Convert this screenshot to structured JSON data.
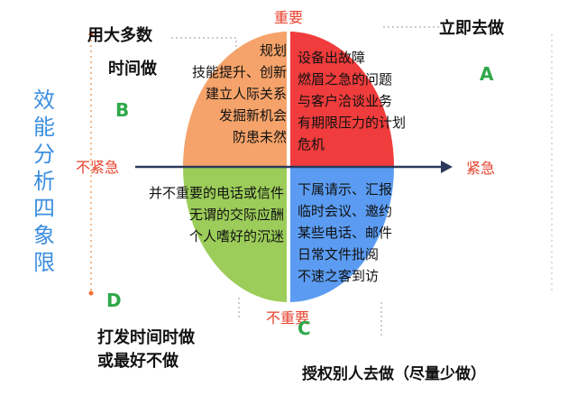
{
  "title": "效能分析四象限",
  "axes": {
    "top": "重要",
    "bottom": "不重要",
    "left": "不紧急",
    "right": "紧急"
  },
  "quadrants": {
    "a": {
      "letter": "A",
      "heading": "立即去做",
      "color": "#f03c3c",
      "items": [
        "设备出故障",
        "燃眉之急的问题",
        "与客户洽谈业务",
        "有期限压力的计划",
        "危机"
      ]
    },
    "b": {
      "letter": "B",
      "heading_line1": "用大多数",
      "heading_line2": "时间做",
      "color": "#f5a36a",
      "items": [
        "规划",
        "技能提升、创新",
        "建立人际关系",
        "发掘新机会",
        "防患未然"
      ]
    },
    "c": {
      "letter": "C",
      "heading": "授权别人去做（尽量少做）",
      "color": "#5b9cf2",
      "items": [
        "下属请示、汇报",
        "临时会议、邀约",
        "某些电话、邮件",
        "日常文件批阅",
        "不速之客到访"
      ]
    },
    "d": {
      "letter": "D",
      "heading_line1": "打发时间时做",
      "heading_line2": "或最好不做",
      "color": "#9ccd5a",
      "items": [
        "并不重要的电话或信件",
        "无谓的交际应酬",
        "个人嗜好的沉迷"
      ]
    }
  }
}
